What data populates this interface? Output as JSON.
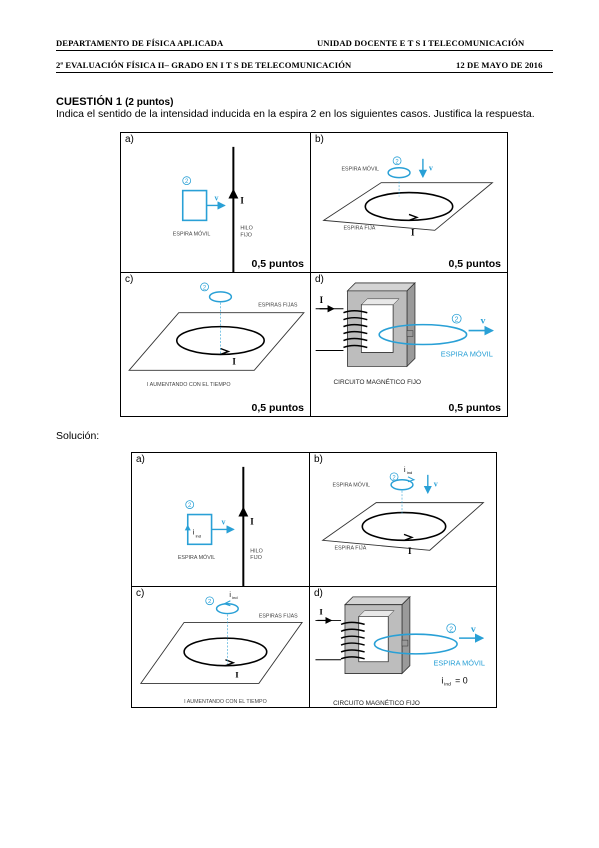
{
  "header": {
    "department": "DEPARTAMENTO DE FÍSICA APLICADA",
    "unit": "UNIDAD DOCENTE E T S I TELECOMUNICACIÓN",
    "evaluation": "2ª EVALUACIÓN  FÍSICA II– GRADO EN I T S DE TELECOMUNICACIÓN",
    "date": "12 DE MAYO DE 2016"
  },
  "question": {
    "title": "CUESTIÓN 1",
    "points": "(2 puntos)",
    "statement": "Indica el sentido de la intensidad inducida en la espira 2 en los siguientes casos. Justifica la respuesta."
  },
  "problem_panels": [
    {
      "label": "a)",
      "points": "0,5 puntos"
    },
    {
      "label": "b)",
      "points": "0,5 puntos"
    },
    {
      "label": "c)",
      "points": "0,5 puntos"
    },
    {
      "label": "d)",
      "points": "0,5 puntos"
    }
  ],
  "solution_label": "Solución:",
  "solution_panels": [
    {
      "label": "a)"
    },
    {
      "label": "b)"
    },
    {
      "label": "c)"
    },
    {
      "label": "d)"
    }
  ],
  "figure_text": {
    "loop_number": "2",
    "velocity": "v",
    "current": "I",
    "moving_loop": "ESPIRA MÓVIL",
    "fixed_wire_line1": "HILO",
    "fixed_wire_line2": "FIJO",
    "fixed_loop": "ESPIRA FIJA",
    "fixed_loops": "ESPIRAS FIJAS",
    "increasing_current": "I AUMENTANDO CON EL TIEMPO",
    "magnetic_circuit": "CIRCUITO MAGNÉTICO FIJO",
    "i_ind": "i",
    "i_ind_sub": "ind",
    "i_ind_zero": "= 0"
  },
  "colors": {
    "blue": "#29a0d6",
    "core_gray": "#b8b8b8",
    "line": "#000000"
  }
}
